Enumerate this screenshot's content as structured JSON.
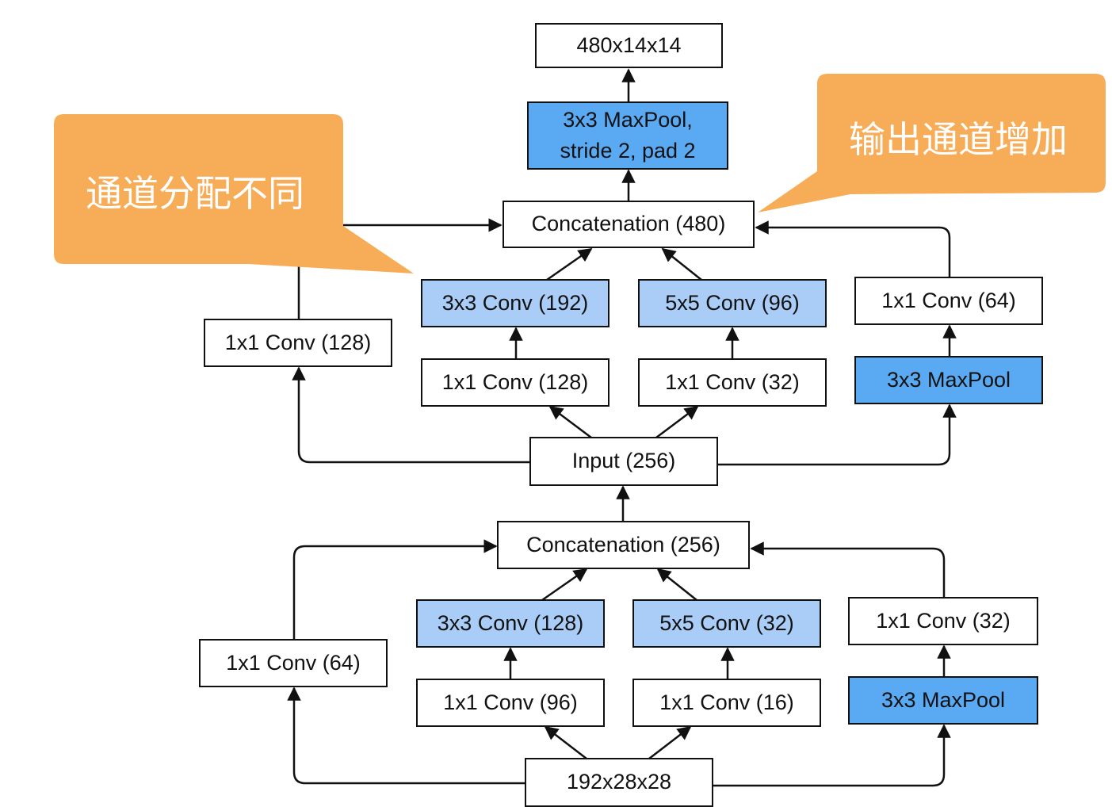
{
  "callouts": {
    "left": "通道分配不同",
    "right": "输出通道增加"
  },
  "colors": {
    "callout": "#f7ad58",
    "conv_light_blue": "#a9cdf7",
    "pool_blue": "#59a9f3",
    "border": "#111111"
  },
  "block_2": {
    "output": "480x14x14",
    "maxpool": [
      "3x3 MaxPool,",
      "stride 2, pad 2"
    ],
    "concat": "Concatenation (480)",
    "path1": {
      "conv": "1x1 Conv (128)"
    },
    "path2": {
      "conv3": "3x3 Conv (192)",
      "conv1": "1x1 Conv (128)"
    },
    "path3": {
      "conv5": "5x5 Conv (96)",
      "conv1": "1x1 Conv (32)"
    },
    "path4": {
      "conv1": "1x1 Conv (64)",
      "pool": "3x3 MaxPool"
    },
    "input": "Input (256)"
  },
  "block_1": {
    "concat": "Concatenation (256)",
    "path1": {
      "conv": "1x1 Conv (64)"
    },
    "path2": {
      "conv3": "3x3 Conv (128)",
      "conv1": "1x1 Conv (96)"
    },
    "path3": {
      "conv5": "5x5 Conv (32)",
      "conv1": "1x1 Conv (16)"
    },
    "path4": {
      "conv1": "1x1 Conv (32)",
      "pool": "3x3 MaxPool"
    },
    "input": "192x28x28"
  }
}
